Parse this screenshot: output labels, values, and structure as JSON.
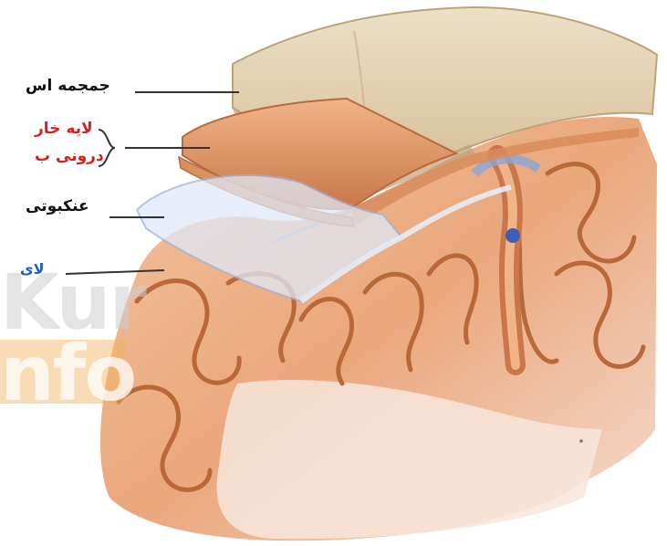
{
  "labels": {
    "skull": "جمجمه اس",
    "dura_line1": "لایه خار",
    "dura_line2": "درونی ب",
    "arachnoid": "عنکبوتی",
    "pia": "لای"
  },
  "watermark": {
    "line1": "Kur",
    "line2": "nfo"
  },
  "colors": {
    "label_dark": "#111111",
    "label_red": "#e01b1b",
    "label_blue": "#1f5fbf",
    "brain_tissue": "#e9a67a",
    "gyrus_outline": "#b9683a",
    "skull_bone": "#dfc6a0",
    "dura": "#d98c5c",
    "watermark_orange": "#f2b15a"
  }
}
